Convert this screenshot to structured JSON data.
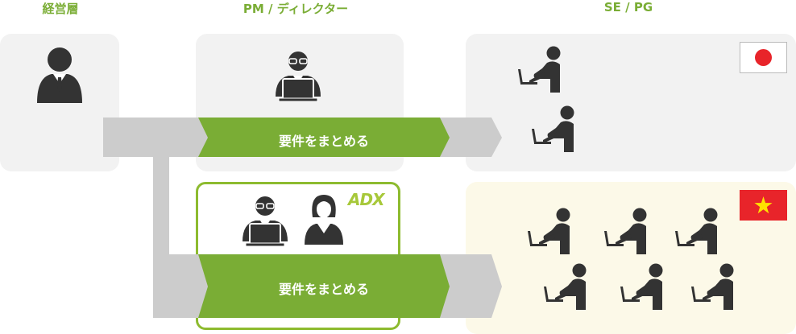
{
  "headers": {
    "management": "経営層",
    "pm": "PM / ディレクター",
    "se": "SE / PG"
  },
  "flows": {
    "top_label": "要件をまとめる",
    "bottom_label": "要件をまとめる"
  },
  "adx_logo": "ADX",
  "flags": {
    "japan": {
      "bg": "#ffffff",
      "mark": "#e8242a"
    },
    "vietnam": {
      "bg": "#e8242a",
      "mark": "#ffe100"
    }
  },
  "colors": {
    "accent_green": "#7aad35",
    "arrow_gray": "#cccccc",
    "person": "#333333"
  },
  "icons": {
    "executive": "businessman-icon",
    "pm": "manager-at-laptop-icon",
    "woman": "businesswoman-icon",
    "developer": "developer-at-desk-icon"
  }
}
